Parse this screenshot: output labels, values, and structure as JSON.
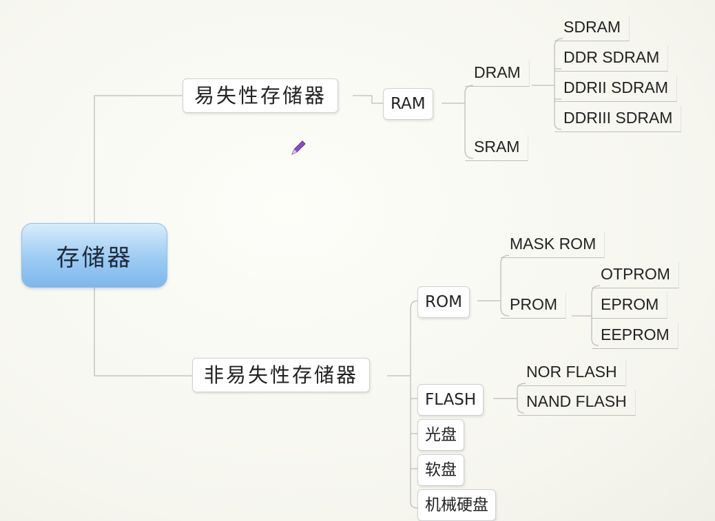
{
  "root": {
    "label": "存储器"
  },
  "volatile": {
    "label": "易失性存储器",
    "ram": {
      "label": "RAM",
      "dram": {
        "label": "DRAM",
        "children": [
          "SDRAM",
          "DDR SDRAM",
          "DDRII SDRAM",
          "DDRIII SDRAM"
        ]
      },
      "sram": {
        "label": "SRAM"
      }
    }
  },
  "nonvolatile": {
    "label": "非易失性存储器",
    "rom": {
      "label": "ROM",
      "mask": "MASK ROM",
      "prom": {
        "label": "PROM",
        "children": [
          "OTPROM",
          "EPROM",
          "EEPROM"
        ]
      }
    },
    "flash": {
      "label": "FLASH",
      "children": [
        "NOR FLASH",
        "NAND FLASH"
      ]
    },
    "others": [
      "光盘",
      "软盘",
      "机械硬盘"
    ]
  },
  "colors": {
    "line": "#c4c4c4",
    "root_fill": "#9ccbf3",
    "pen": "#8a4fc8"
  },
  "icons": {
    "cursor": "pen-icon"
  }
}
